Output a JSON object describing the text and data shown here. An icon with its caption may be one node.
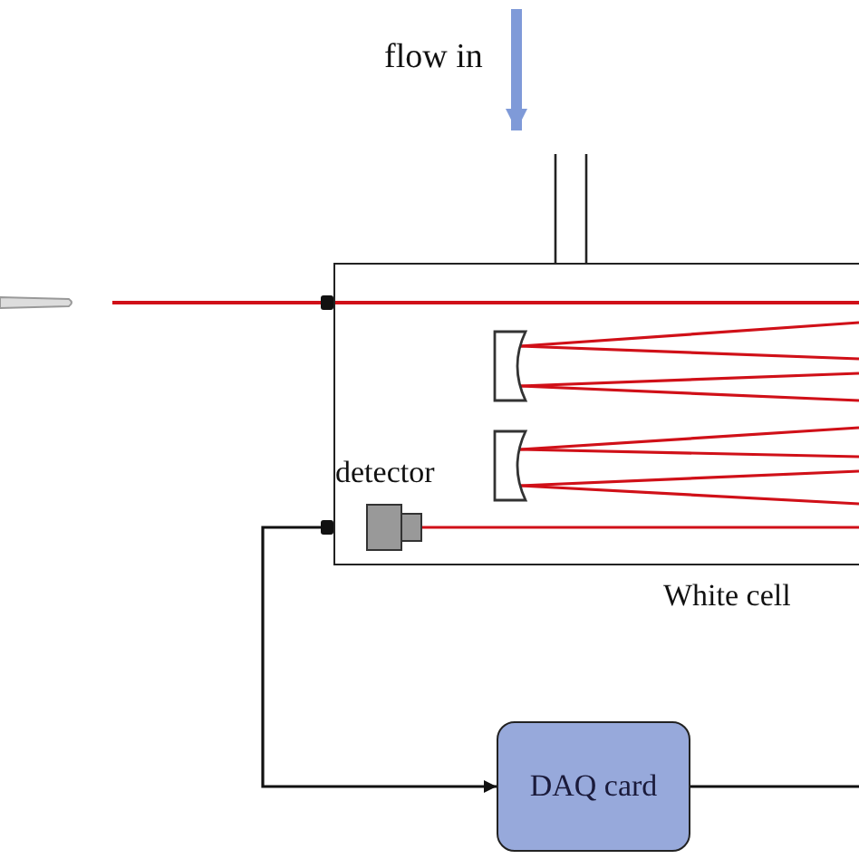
{
  "diagram": {
    "nodes": [
      {
        "text": [
          "White cell"
        ]
      },
      {
        "text": [
          "detector"
        ],
        "in": 0
      },
      {
        "text": [
          "DAQ card"
        ]
      }
    ],
    "edges": [
      {
        "from": 1,
        "to": 2,
        "arrow": "to"
      },
      {
        "from": 2,
        "to": null,
        "arrow": "none"
      }
    ],
    "labels": [
      "flow in"
    ]
  }
}
